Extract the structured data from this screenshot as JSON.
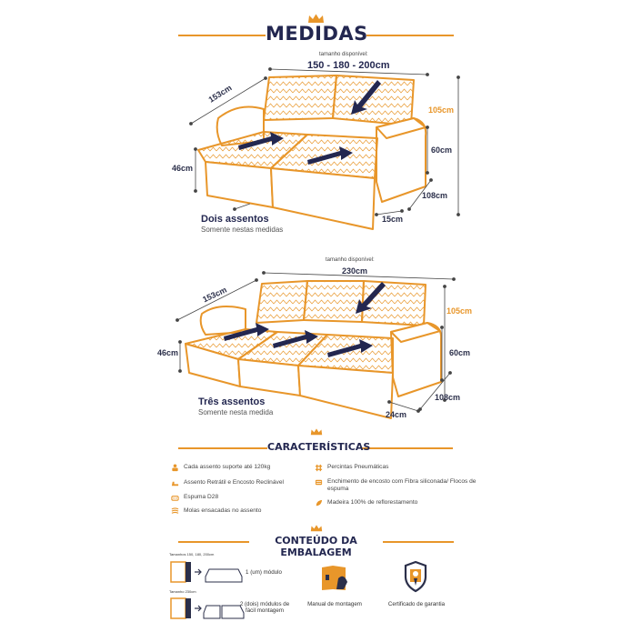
{
  "header": {
    "title": "MEDIDAS",
    "available_size_label": "tamanho disponível:"
  },
  "model_two": {
    "sizes": "150 - 180 - 200cm",
    "depth_arm": "153cm",
    "height_total": "105cm",
    "height_back": "60cm",
    "seat_height": "46cm",
    "depth": "108cm",
    "arm_width": "15cm",
    "name": "Dois assentos",
    "note": "Somente nestas medidas"
  },
  "model_three": {
    "available_size_label": "tamanho disponível:",
    "sizes": "230cm",
    "depth_arm": "153cm",
    "height_total": "105cm",
    "height_back": "60cm",
    "seat_height": "46cm",
    "depth": "108cm",
    "arm_width": "24cm",
    "name": "Três assentos",
    "note": "Somente nesta medida"
  },
  "features": {
    "title": "CARACTERÍSTICAS",
    "left": [
      {
        "icon": "weight-person-icon",
        "text": "Cada assento suporte até 120kg"
      },
      {
        "icon": "recliner-icon",
        "text": "Assento Retrátil e Encosto Reclinável"
      },
      {
        "icon": "foam-icon",
        "text": "Espuma D28"
      },
      {
        "icon": "spring-icon",
        "text": "Molas ensacadas no assento"
      }
    ],
    "right": [
      {
        "icon": "webbing-icon",
        "text": "Percintas Pneumáticas"
      },
      {
        "icon": "fiber-icon",
        "text": "Enchimento de encosto com Fibra siliconada/ Flocos de espuma"
      },
      {
        "icon": "leaf-icon",
        "text": "Madeira 100% de reflorestamento"
      }
    ]
  },
  "package": {
    "title": "CONTEÚDO DA EMBALAGEM",
    "size_a_head": "Tamanhos 150, 180, 200cm",
    "size_a_text": "1 (um) módulo",
    "size_b_head": "Tamanho 230cm",
    "size_b_text": "2 (dois) módulos de fácil montagem",
    "manual": "Manual de montagem",
    "warranty": "Certificado de garantia"
  },
  "colors": {
    "accent": "#e8962a",
    "navy": "#232750"
  }
}
